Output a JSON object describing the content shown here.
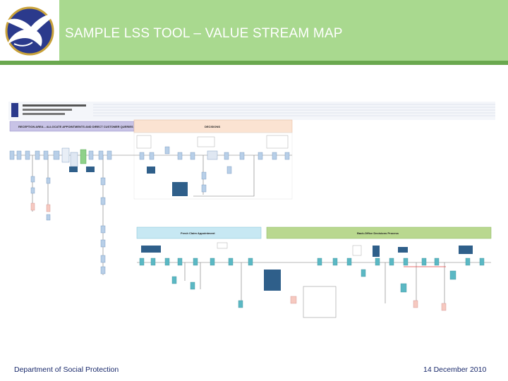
{
  "slide": {
    "title": "SAMPLE LSS TOOL – VALUE STREAM MAP",
    "footer_left": "Department of Social Protection",
    "footer_right": "14 December 2010"
  },
  "map": {
    "lanes": {
      "reception": "RECEPTION AREA – ALLOCATE APPOINTMENTS AND DIRECT CUSTOMER QUERIES",
      "decisions": "DECISIONS",
      "fresh_claim": "Fresh Claim Appointment",
      "back_office": "Back-Office Decisions Process"
    },
    "colors": {
      "header_green": "#a9d98f",
      "header_bar": "#6aa84f",
      "footer_text": "#1a2a6c"
    }
  }
}
